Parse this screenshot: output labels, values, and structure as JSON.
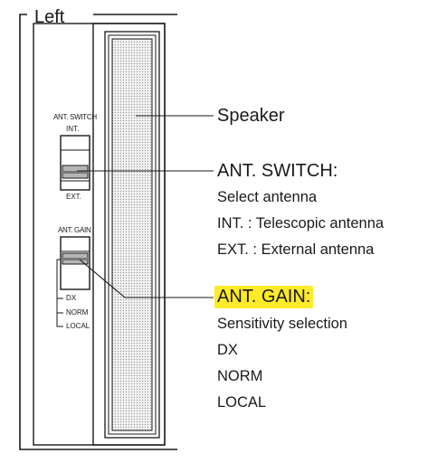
{
  "panel": {
    "title": "Left",
    "switch_label": "ANT. SWITCH",
    "switch_int": "INT.",
    "switch_ext": "EXT.",
    "gain_label": "ANT. GAIN",
    "gain_dx": "DX",
    "gain_norm": "NORM",
    "gain_local": "LOCAL"
  },
  "callouts": {
    "speaker": "Speaker",
    "switch_title": "ANT. SWITCH:",
    "switch_lines": [
      "Select antenna",
      "INT. : Telescopic antenna",
      "EXT. : External antenna"
    ],
    "gain_title": "ANT. GAIN:",
    "gain_lines": [
      "Sensitivity selection",
      "DX",
      "NORM",
      "LOCAL"
    ]
  },
  "colors": {
    "line": "#1a1a1a",
    "highlight": "#ffea2a",
    "grille": "#d9d9d9"
  }
}
